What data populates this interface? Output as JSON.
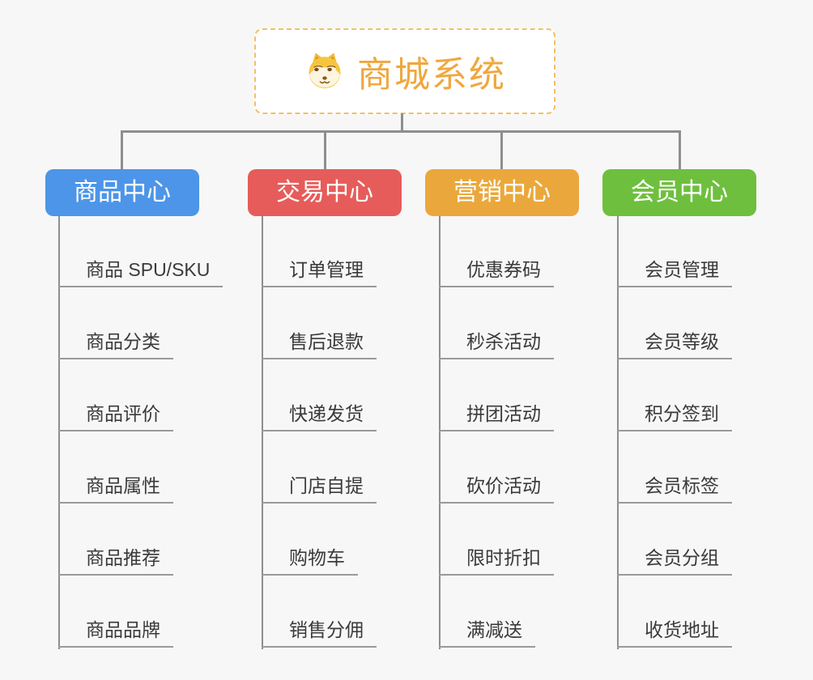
{
  "root": {
    "title": "商城系统",
    "icon": "dog-icon"
  },
  "colors": {
    "root_border": "#f3c063",
    "root_title": "#f0a73e",
    "connector": "#8e8e8e",
    "leaf_underline": "#9a9a9a",
    "leaf_text": "#3a3a3a",
    "background": "#f7f7f7"
  },
  "branches": [
    {
      "label": "商品中心",
      "color": "#4d95e8",
      "items": [
        "商品 SPU/SKU",
        "商品分类",
        "商品评价",
        "商品属性",
        "商品推荐",
        "商品品牌"
      ]
    },
    {
      "label": "交易中心",
      "color": "#e65c5a",
      "items": [
        "订单管理",
        "售后退款",
        "快递发货",
        "门店自提",
        "购物车",
        "销售分佣"
      ]
    },
    {
      "label": "营销中心",
      "color": "#eaa83c",
      "items": [
        "优惠券码",
        "秒杀活动",
        "拼团活动",
        "砍价活动",
        "限时折扣",
        "满减送"
      ]
    },
    {
      "label": "会员中心",
      "color": "#6fbf3f",
      "items": [
        "会员管理",
        "会员等级",
        "积分签到",
        "会员标签",
        "会员分组",
        "收货地址"
      ]
    }
  ]
}
